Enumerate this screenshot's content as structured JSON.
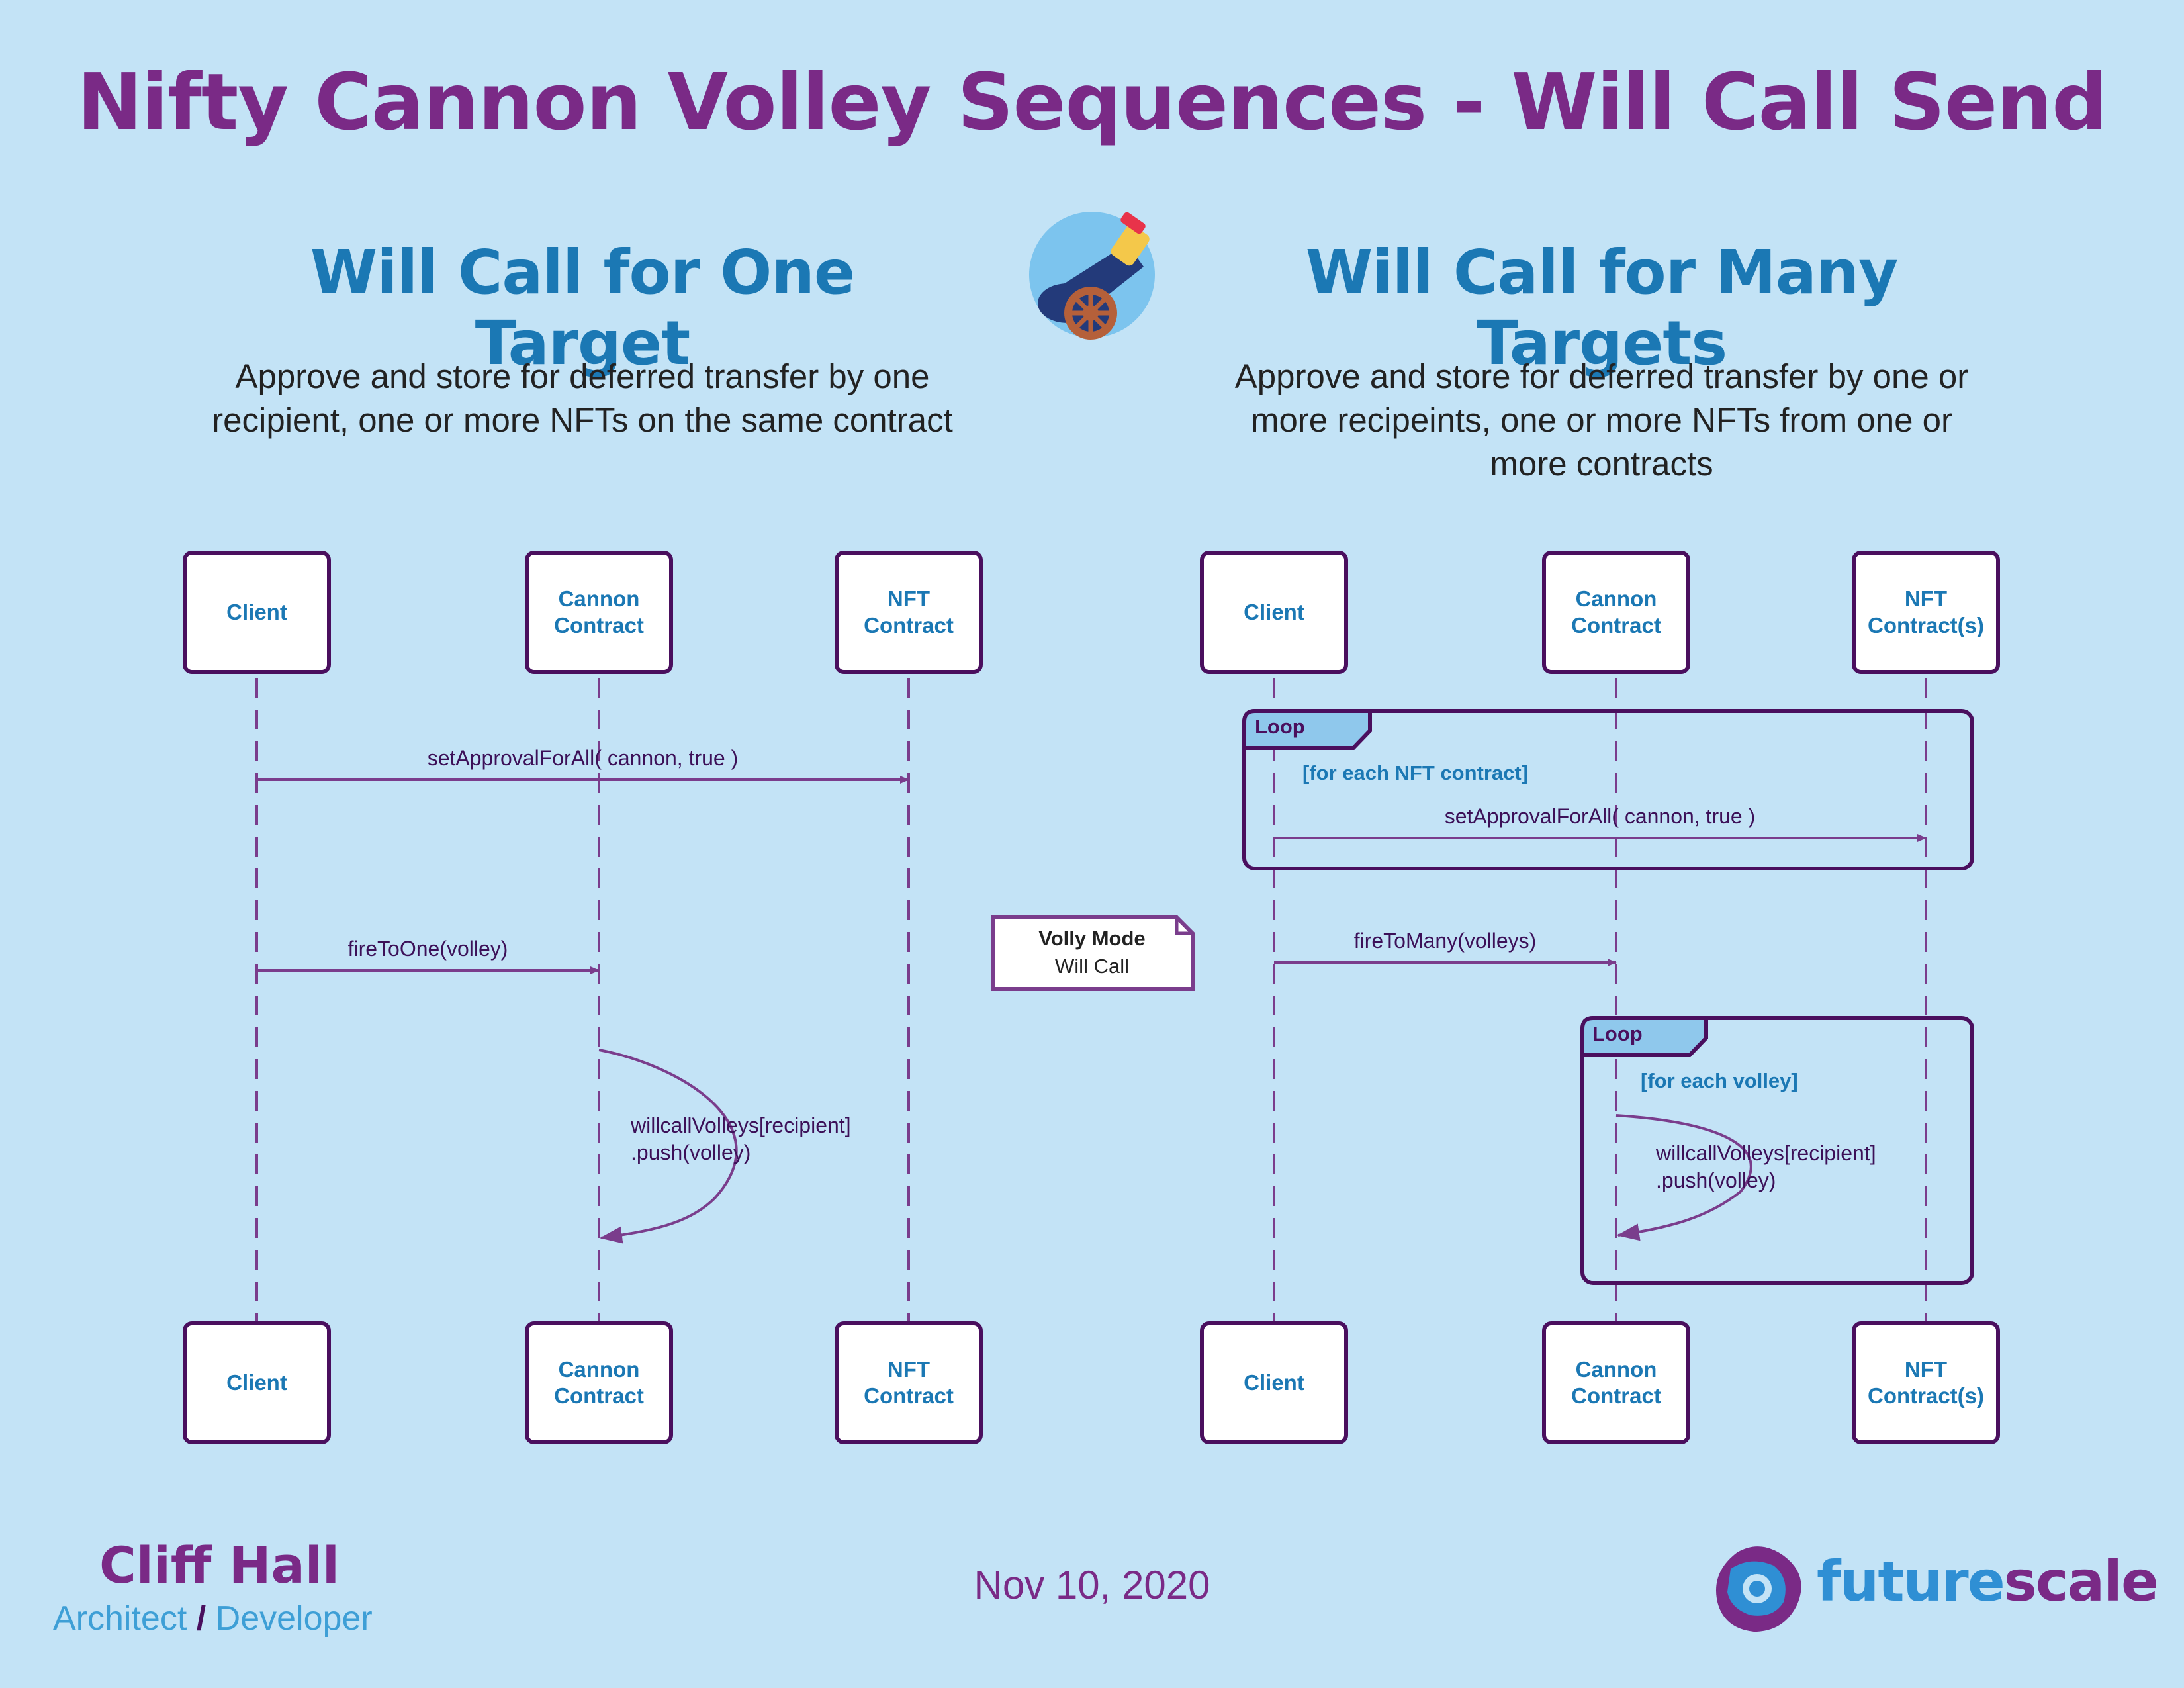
{
  "title": "Nifty Cannon Volley Sequences - Will Call Send",
  "left": {
    "heading": "Will Call for One Target",
    "description": "Approve and store for deferred transfer by one recipient, one or more NFTs on the same contract",
    "actors": [
      "Client",
      "Cannon\nContract",
      "NFT\nContract"
    ],
    "messages": {
      "approval": "setApprovalForAll( cannon, true )",
      "fire": "fireToOne(volley)",
      "push": "willcallVolleys[recipient]\n.push(volley)"
    }
  },
  "right": {
    "heading": "Will Call for Many Targets",
    "description": "Approve and store for deferred transfer by one or more recipeints, one or more NFTs from one or more contracts",
    "actors": [
      "Client",
      "Cannon\nContract",
      "NFT\nContract(s)"
    ],
    "loop1": {
      "label": "Loop",
      "guard": "[for each NFT contract]"
    },
    "loop2": {
      "label": "Loop",
      "guard": "[for each volley]"
    },
    "messages": {
      "approval": "setApprovalForAll( cannon, true )",
      "fire": "fireToMany(volleys)",
      "push": "willcallVolleys[recipient]\n.push(volley)"
    }
  },
  "note": {
    "title": "Volly Mode",
    "body": "Will Call"
  },
  "footer": {
    "author": "Cliff Hall",
    "role_a": "Architect",
    "role_sep": "/",
    "role_b": "Developer",
    "date": "Nov 10, 2020",
    "brand_a": "future",
    "brand_b": "scale"
  },
  "colors": {
    "background": "#c3e3f6",
    "title": "#7a2a86",
    "heading": "#1b78b4",
    "border": "#4a0f5e",
    "arrow": "#7a3d8c"
  }
}
